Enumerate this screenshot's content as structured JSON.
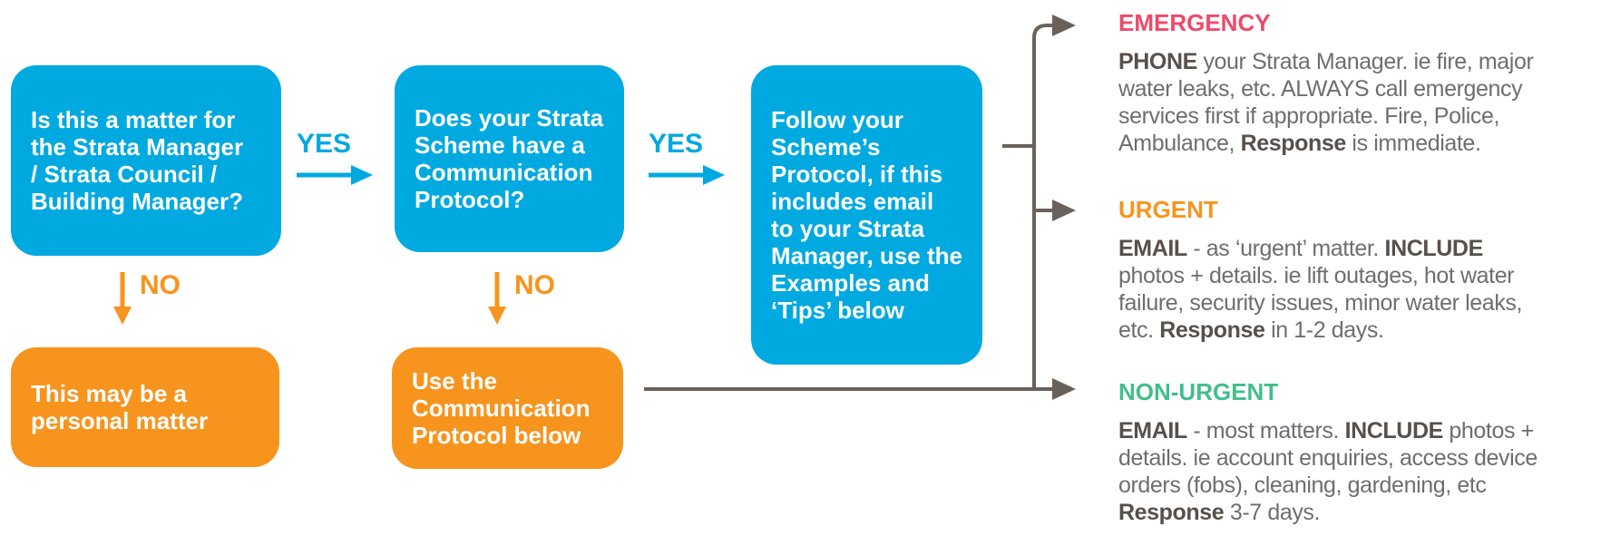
{
  "palette": {
    "blue": "#00A9E0",
    "orange": "#F7941E",
    "emergency": "#EF4A68",
    "urgent": "#F7941E",
    "non_urgent": "#41BE8C",
    "connector_line": "#6A615A",
    "body_text": "#6D6E71",
    "body_bold_text": "#57504B"
  },
  "flowchart": {
    "yes_label": "YES",
    "no_label": "NO",
    "boxes": {
      "q1": {
        "lines": [
          "Is this a matter for",
          "the Strata Manager",
          "/ Strata Council /",
          "Building Manager?"
        ]
      },
      "q2": {
        "lines": [
          "Does your Strata",
          "Scheme have a",
          "Communication",
          "Protocol?"
        ]
      },
      "follow": {
        "lines": [
          "Follow your",
          "Scheme’s",
          "Protocol, if this",
          "includes email",
          "to your Strata",
          "Manager, use the",
          "Examples and",
          "‘Tips’ below"
        ]
      },
      "personal": {
        "lines": [
          "This may be a",
          "personal matter"
        ]
      },
      "use_protocol": {
        "lines": [
          "Use the",
          "Communication",
          "Protocol below"
        ]
      }
    }
  },
  "outcomes": [
    {
      "title": "EMERGENCY",
      "color": "#EF4A68",
      "lines": [
        [
          {
            "t": "PHONE",
            "b": 1
          },
          {
            "t": " your Strata Manager. ie fire, major"
          }
        ],
        [
          {
            "t": "water leaks, etc. ALWAYS call emergency"
          }
        ],
        [
          {
            "t": "services first if appropriate. Fire, Police,"
          }
        ],
        [
          {
            "t": "Ambulance, "
          },
          {
            "t": "Response",
            "b": 1
          },
          {
            "t": " is immediate."
          }
        ]
      ]
    },
    {
      "title": "URGENT",
      "color": "#F7941E",
      "lines": [
        [
          {
            "t": "EMAIL",
            "b": 1
          },
          {
            "t": " - as ‘urgent’ matter. "
          },
          {
            "t": "INCLUDE",
            "b": 1
          }
        ],
        [
          {
            "t": "photos + details. ie lift outages, hot water"
          }
        ],
        [
          {
            "t": "failure, security issues, minor water leaks,"
          }
        ],
        [
          {
            "t": "etc. "
          },
          {
            "t": "Response",
            "b": 1
          },
          {
            "t": " in 1-2 days."
          }
        ]
      ]
    },
    {
      "title": "NON-URGENT",
      "color": "#41BE8C",
      "lines": [
        [
          {
            "t": "EMAIL",
            "b": 1
          },
          {
            "t": " - most matters. "
          },
          {
            "t": "INCLUDE",
            "b": 1
          },
          {
            "t": " photos +"
          }
        ],
        [
          {
            "t": "details. ie account enquiries, access device"
          }
        ],
        [
          {
            "t": "orders (fobs), cleaning, gardening, etc"
          }
        ],
        [
          {
            "t": "Response",
            "b": 1
          },
          {
            "t": " 3-7 days."
          }
        ]
      ]
    }
  ]
}
